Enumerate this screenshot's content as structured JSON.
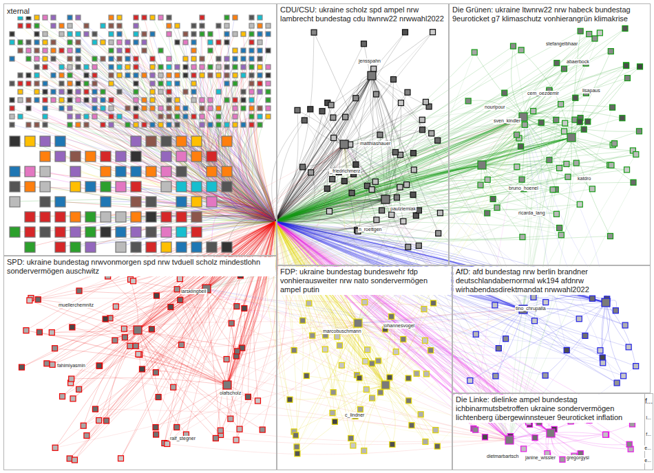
{
  "diagram": {
    "nodes": [
      {
        "text": [
          "xternal"
        ]
      },
      {
        "text": [
          "CDU/CSU: ukraine scholz spd ampel nrw lambrecht bundestag cdu ltwnrw22 nrwwahl2022"
        ]
      },
      {
        "text": [
          "Die Grünen: ukraine ltwnrw22 nrw habeck bundestag 9euroticket g7 klimaschutz vonhierangrün klimakrise"
        ]
      },
      {
        "text": [
          "SPD: ukraine bundestag nrwvonmorgen spd nrw tvduell scholz mindestlohn sondervermögen auschwitz"
        ]
      },
      {
        "text": [
          "FDP: ukraine bundestag bundeswehr fdp vonhierausweiter nrw nato sondervermögen ampel putin"
        ]
      },
      {
        "text": [
          "AfD: afd bundestag nrw berlin brandner deutschlandabernormal wk194 afdnrw wirhabendasdirektmandat nrwwahl2022"
        ]
      },
      {
        "text": [
          "Die Linke: dielinke ampel bundestag ichbinarmutsbetroffen ukraine sondervermögen lichtenberg übergewinnsteuer 9euroticket inflation"
        ]
      },
      {
        "text": [
          "f..."
        ]
      }
    ],
    "labels": [
      "jensspahn",
      "matthiashauer",
      "_friedrichmerz",
      "n_roettgen",
      "paulziemiak",
      "stefangelbhaar",
      "abaerbock",
      "lisapaus",
      "cem_oezdemir",
      "nouripour",
      "sven_kindler",
      "bruno_hoenel",
      "katdro",
      "ricarda_lang",
      "muellerchemnitz",
      "fahimiyasmin",
      "larsklingbeil",
      "olafscholz",
      "ralf_stegner",
      "marcobuschmann",
      "johannesvogel",
      "c_lindner",
      "tino_chrupalla",
      "dietmarbartsch",
      "janine_wissler",
      "gregorgysi",
      "l...",
      "f...",
      "e...",
      "e..."
    ]
  }
}
